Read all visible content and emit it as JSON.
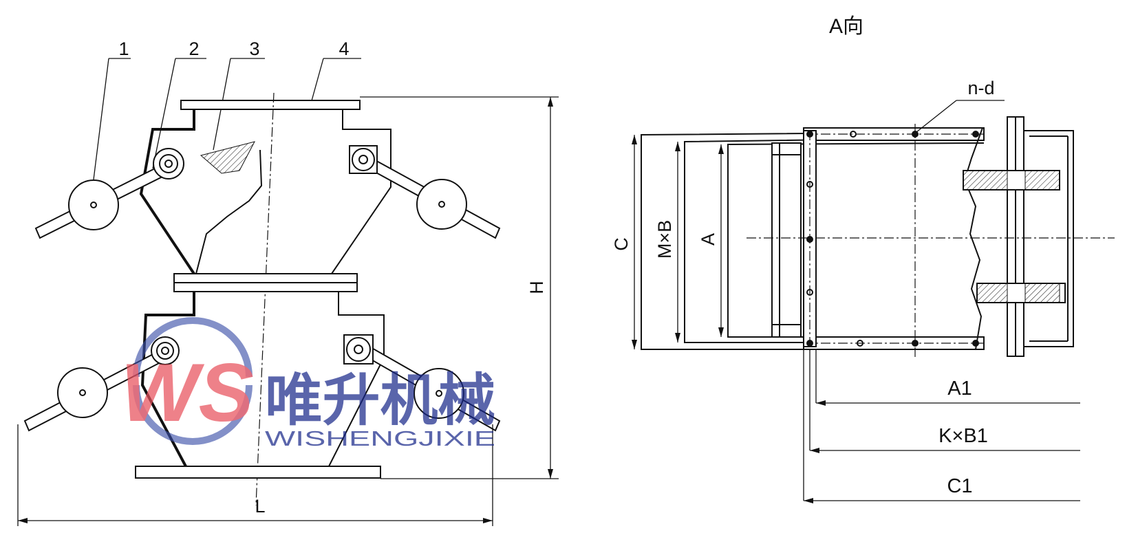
{
  "view_title": "A向",
  "part_numbers": [
    "1",
    "2",
    "3",
    "4"
  ],
  "dimensions": {
    "height": "H",
    "length": "L",
    "c": "C",
    "m_x_b": "M×B",
    "a": "A",
    "hole_spec": "n-d",
    "a1": "A1",
    "k_x_b1": "K×B1",
    "c1": "C1"
  },
  "watermark": {
    "logo": "WS",
    "name_cn": "唯升机械",
    "name_en": "WISHENGJIXIE",
    "colors": {
      "red": "#e8505b",
      "blue": "#3b4fa8"
    }
  }
}
